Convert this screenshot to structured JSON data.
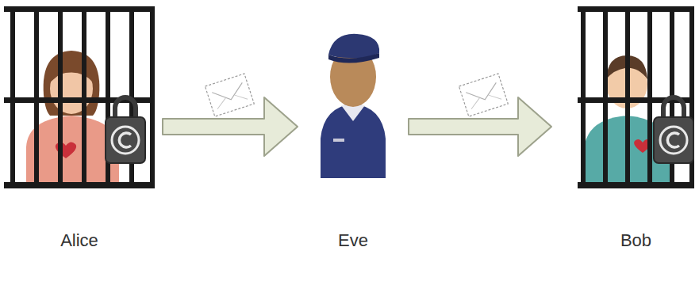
{
  "diagram": {
    "nodes": [
      {
        "text": [
          "Alice"
        ]
      },
      {
        "text": [
          "Eve"
        ]
      },
      {
        "text": [
          "Bob"
        ]
      }
    ],
    "edges": [
      {
        "from": 0,
        "to": 1,
        "arrow": "to"
      },
      {
        "from": 1,
        "to": 2,
        "arrow": "to"
      }
    ]
  }
}
